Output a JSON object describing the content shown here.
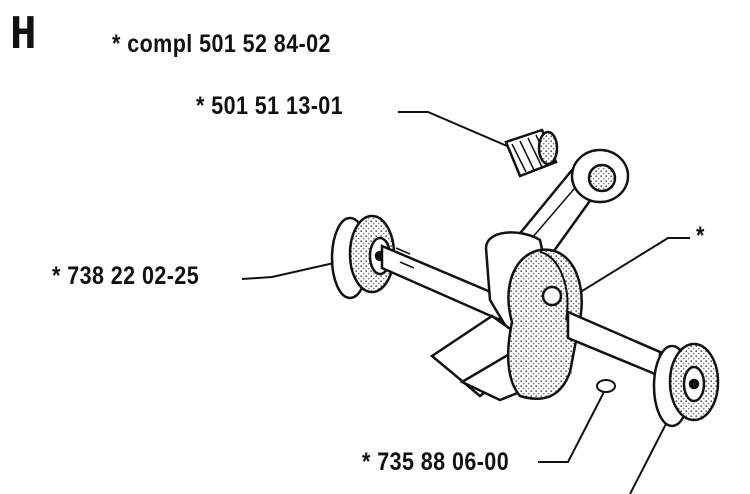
{
  "section": {
    "letter": "H"
  },
  "labels": {
    "assembly": "* compl 501 52 84-02",
    "needle_bearing": "* 501 51 13-01",
    "main_bearing": "* 738 22 02-25",
    "crank_web": "*",
    "key": "* 735 88 06-00"
  },
  "colors": {
    "ink": "#111111",
    "paper": "#ffffff",
    "stipple": "#8a8a8a"
  },
  "icons": {
    "section_marker": "letter-H-glyph",
    "diagram": "crankshaft-assembly-drawing"
  }
}
